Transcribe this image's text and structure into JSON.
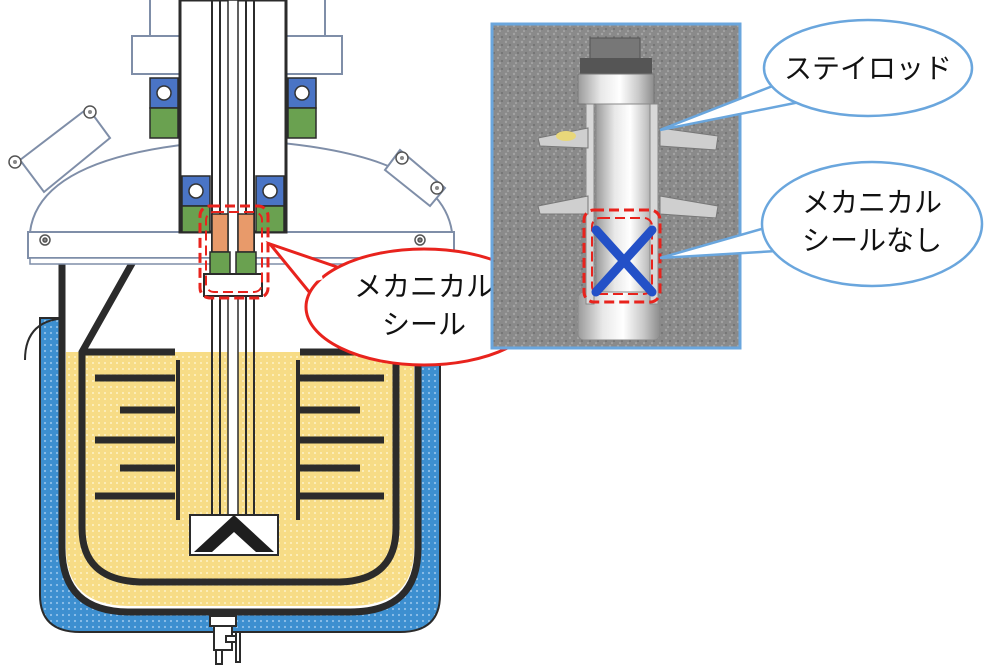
{
  "callouts": {
    "mech_seal": {
      "line1": "メカニカル",
      "line2": "シール"
    },
    "stay_rod": {
      "text": "ステイロッド"
    },
    "no_seal": {
      "line1": "メカニカル",
      "line2": "シールなし"
    }
  },
  "colors": {
    "content_fill": "#f7dc86",
    "jacket_fill": "#3d8fd0",
    "vessel_stroke": "#2b2b2b",
    "seal_marker": "#e8231d",
    "callout_border": "#6aa6dd",
    "cross_mark": "#2350c7",
    "bearing_blue": "#4a74c5",
    "bearing_green": "#6aa150"
  }
}
